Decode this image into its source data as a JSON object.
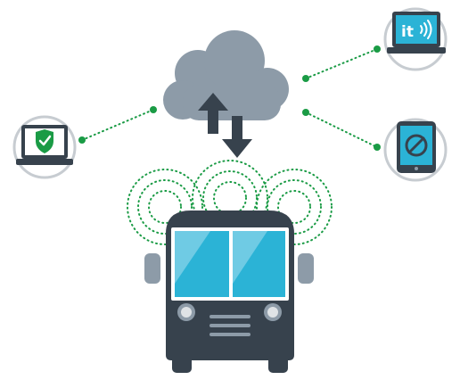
{
  "diagram": {
    "nodes": {
      "cloud": {
        "icon": "cloud-icon"
      },
      "sync": {
        "icon": "up-down-arrows-icon"
      },
      "bus": {
        "icon": "bus-icon"
      },
      "laptop_left": {
        "icon": "laptop-shield-check-icon"
      },
      "laptop_right": {
        "icon": "laptop-it-wifi-icon",
        "screen_text": "it"
      },
      "tablet_right": {
        "icon": "tablet-blocked-icon"
      }
    },
    "connections": [
      {
        "from": "laptop_left",
        "to": "cloud",
        "style": "dotted"
      },
      {
        "from": "laptop_right",
        "to": "cloud",
        "style": "dotted"
      },
      {
        "from": "tablet_right",
        "to": "cloud",
        "style": "dotted"
      }
    ],
    "colors": {
      "cloud": "#8d9ba8",
      "dark": "#37424d",
      "green": "#1a9b45",
      "screen_blue": "#2bb3d6",
      "ring": "#c7ccd1"
    }
  }
}
